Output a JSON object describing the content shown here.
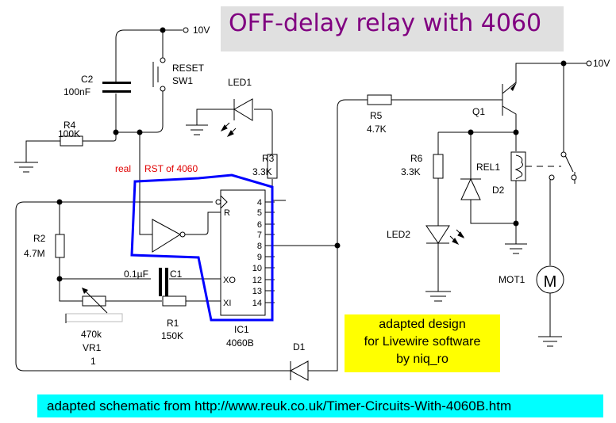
{
  "title": "OFF-delay relay with 4060",
  "colors": {
    "title_text": "#800080",
    "title_bg": "#e0e0e0",
    "wire": "#000000",
    "annotation": "#e00000",
    "outline": "#0000ff",
    "note_bg": "#ffff00",
    "source_bg": "#00ffff"
  },
  "supply": {
    "left": "10V",
    "right": "10V"
  },
  "components": {
    "c2": {
      "ref": "C2",
      "value": "100nF"
    },
    "sw1": {
      "ref": "SW1",
      "name": "RESET"
    },
    "r4": {
      "ref": "R4",
      "value": "100K"
    },
    "led1": {
      "ref": "LED1"
    },
    "r3": {
      "ref": "R3",
      "value": "3.3K"
    },
    "r2": {
      "ref": "R2",
      "value": "4.7M"
    },
    "c1": {
      "ref": "C1",
      "value": "0.1µF"
    },
    "vr1": {
      "ref": "VR1",
      "value": "470k",
      "setting": "1"
    },
    "r1": {
      "ref": "R1",
      "value": "150K"
    },
    "ic1": {
      "ref": "IC1",
      "value": "4060B",
      "left_pins": [
        "R",
        "XO",
        "XI"
      ],
      "right_pins": [
        "4",
        "5",
        "6",
        "7",
        "8",
        "9",
        "10",
        "12",
        "13",
        "14"
      ]
    },
    "d1": {
      "ref": "D1"
    },
    "r5": {
      "ref": "R5",
      "value": "4.7K"
    },
    "q1": {
      "ref": "Q1"
    },
    "r6": {
      "ref": "R6",
      "value": "3.3K"
    },
    "rel1": {
      "ref": "REL1"
    },
    "d2": {
      "ref": "D2"
    },
    "led2": {
      "ref": "LED2"
    },
    "mot1": {
      "ref": "MOT1",
      "symbol": "M"
    }
  },
  "annotation": {
    "left": "real",
    "right": "RST of 4060"
  },
  "note": {
    "lines": [
      "adapted design",
      "for Livewire software",
      "by niq_ro"
    ]
  },
  "source": "adapted schematic from http://www.reuk.co.uk/Timer-Circuits-With-4060B.htm"
}
